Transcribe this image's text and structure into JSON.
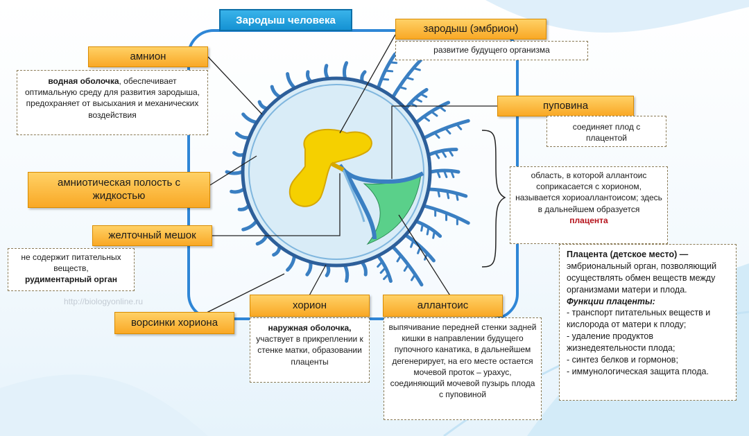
{
  "title": "Зародыш человека",
  "labels": {
    "embryo": "зародыш (эмбрион)",
    "amnion": "амнион",
    "umbilical": "пуповина",
    "amniotic_cavity": "амниотическая полость с жидкостью",
    "yolk_sac": "желточный мешок",
    "villi": "ворсинки хориона",
    "chorion": "хорион",
    "allantois": "аллантоис"
  },
  "descriptions": {
    "embryo": "развитие будущего организма",
    "amnion_bold": "водная оболочка",
    "amnion_rest": ", обеспечивает оптимальную среду для развития зародыша, предохраняет от высыхания и механических воздействия",
    "umbilical": "соединяет плод с плацентой",
    "chorioallantois": "область, в которой аллантоис соприкасается с хорионом, называется хориоаллантоисом; здесь в дальнейшем образуется",
    "chorioallantois_red": "плацента",
    "yolk_plain": "не содержит питательных веществ,",
    "yolk_bold": "рудиментарный орган",
    "chorion_bold": "наружная оболочка,",
    "chorion_rest": "участвует в прикреплении к стенке матки, образовании плаценты",
    "allantois": "выпячивание передней стенки задней кишки в направлении будущего пупочного канатика, в дальнейшем дегенерирует, на его месте остается мочевой проток – урахус, соединяющий мочевой пузырь плода с пуповиной"
  },
  "placenta": {
    "heading": "Плацента (детское место) —",
    "definition": "эмбриональный орган, позволяющий осуществлять обмен веществ между организмами матери и плода.",
    "functions_title": "Функции плаценты:",
    "functions": [
      "- транспорт питательных веществ и кислорода от матери к плоду;",
      "- удаление продуктов жизнедеятельности плода;",
      "- синтез белков и гормонов;",
      "- иммунологическая защита плода."
    ]
  },
  "watermark": "http://biologyonline.ru",
  "colors": {
    "frame": "#2f86d6",
    "label_fill": "#f9a825",
    "embryo": "#f5d000",
    "placenta_zone": "#5ad08a",
    "cavity": "#d9ecf7",
    "villi": "#3a7fc2"
  }
}
